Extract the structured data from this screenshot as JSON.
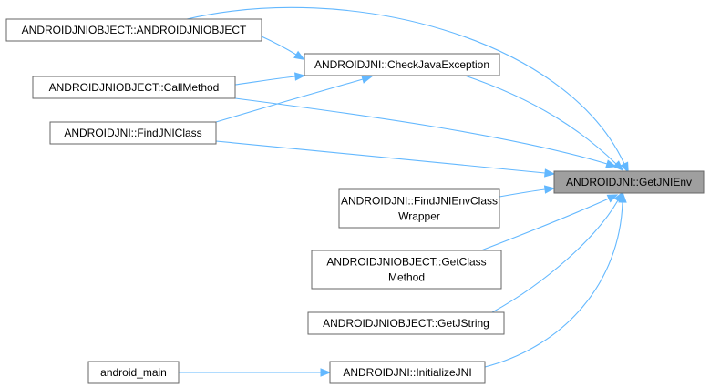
{
  "diagram": {
    "nodes": {
      "getjnienv": [
        "ANDROIDJNI::GetJNIEnv"
      ],
      "ctor": [
        "ANDROIDJNIOBJECT::ANDROIDJNIOBJECT"
      ],
      "checkjava": [
        "ANDROIDJNI::CheckJavaException"
      ],
      "callmethod": [
        "ANDROIDJNIOBJECT::CallMethod"
      ],
      "findjniclass": [
        "ANDROIDJNI::FindJNIClass"
      ],
      "findenvwrapper": [
        "ANDROIDJNI::FindJNIEnvClass",
        "Wrapper"
      ],
      "getclassmethod": [
        "ANDROIDJNIOBJECT::GetClass",
        "Method"
      ],
      "getjstring": [
        "ANDROIDJNIOBJECT::GetJString"
      ],
      "initjni": [
        "ANDROIDJNI::InitializeJNI"
      ],
      "androidmain": [
        "android_main"
      ]
    },
    "edges": [
      [
        "ctor",
        "getjnienv"
      ],
      [
        "ctor",
        "checkjava"
      ],
      [
        "checkjava",
        "getjnienv"
      ],
      [
        "callmethod",
        "checkjava"
      ],
      [
        "callmethod",
        "getjnienv"
      ],
      [
        "findjniclass",
        "checkjava"
      ],
      [
        "findjniclass",
        "getjnienv"
      ],
      [
        "findenvwrapper",
        "getjnienv"
      ],
      [
        "getclassmethod",
        "getjnienv"
      ],
      [
        "getjstring",
        "getjnienv"
      ],
      [
        "initjni",
        "getjnienv"
      ],
      [
        "androidmain",
        "initjni"
      ]
    ],
    "colors": {
      "edge": "#63b8ff",
      "focus_fill": "#9f9f9f",
      "box_stroke": "#666666"
    }
  }
}
